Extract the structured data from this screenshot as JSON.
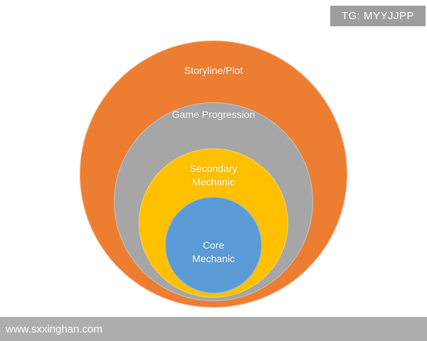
{
  "header": {
    "badge": "TG: MYYJJPP"
  },
  "footer": {
    "watermark": "www.sxxinghan.com"
  },
  "diagram": {
    "type": "nested-circles",
    "description": "Game design layered structure diagram: nested concentric circles tangent at the bottom",
    "layers": [
      {
        "label": "Storyline/Plot",
        "color": "#ED7D31"
      },
      {
        "label": "Game Progression",
        "color": "#A6A6A6"
      },
      {
        "label": "Secondary Mechanic",
        "color": "#FFC000"
      },
      {
        "label": "Core Mechanic",
        "color": "#5B9BD5"
      }
    ]
  }
}
